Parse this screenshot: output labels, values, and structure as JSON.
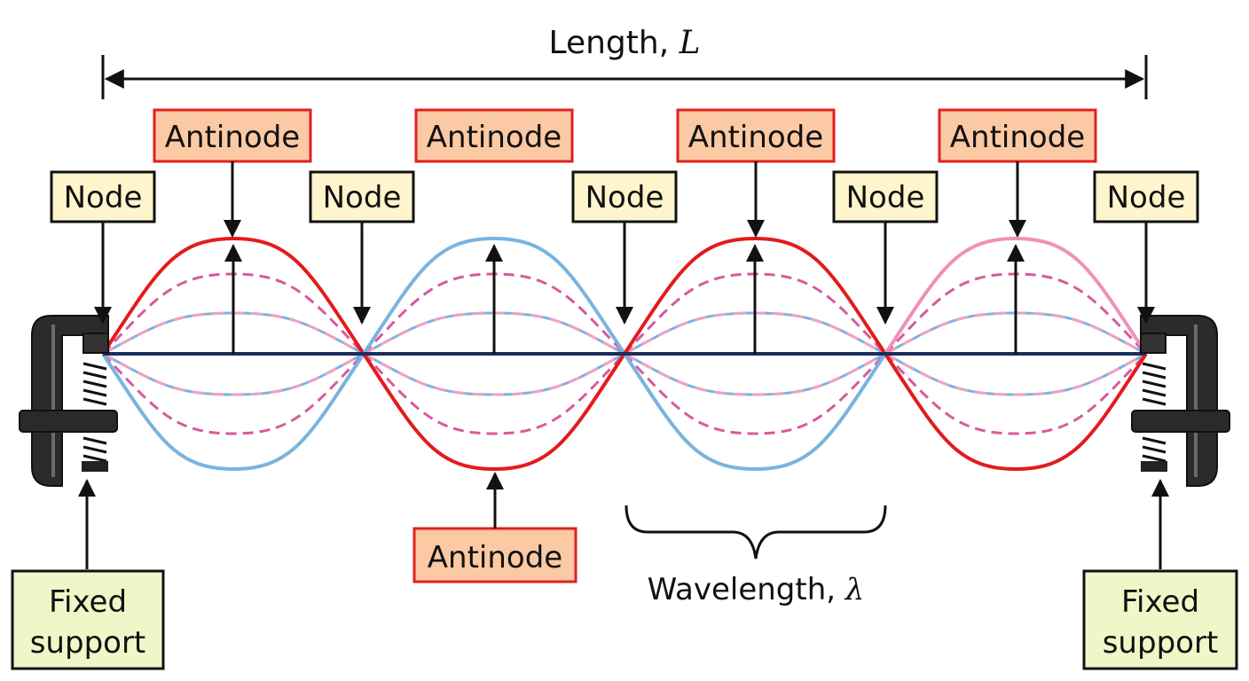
{
  "length_label": {
    "text": "Length, ",
    "symbol": "L"
  },
  "wavelength_label": {
    "text": "Wavelength, ",
    "symbol": "λ"
  },
  "node_label": "Node",
  "antinode_label": "Antinode",
  "support_label": {
    "line1": "Fixed",
    "line2": "support"
  },
  "colors": {
    "node_fill": "#FFF5CC",
    "antinode_fill": "#FBC9A4",
    "antinode_border": "#E02020",
    "support_fill": "#EEF7C7",
    "red_wave": "#E31B1B",
    "blue_wave": "#79B4E0",
    "pink_wave": "#F090B5",
    "dashed_wave": "#D85A9C",
    "string": "#1A2E5A"
  }
}
